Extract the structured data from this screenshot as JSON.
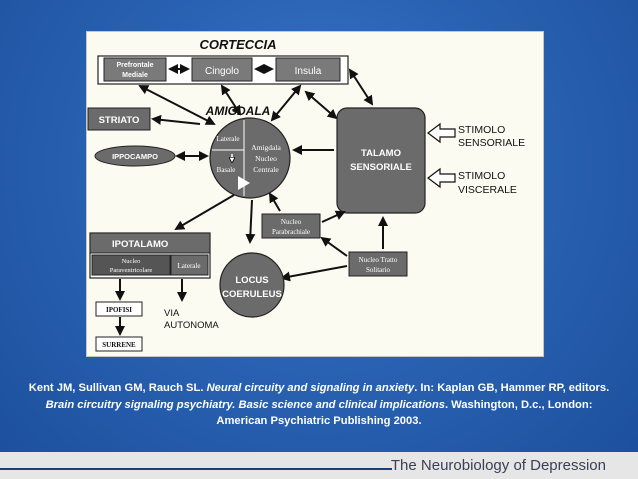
{
  "diagram": {
    "corteccia": "CORTECCIA",
    "prefrontale_line1": "Prefrontale",
    "prefrontale_line2": "Mediale",
    "cingolo": "Cingolo",
    "insula": "Insula",
    "striato": "STRIATO",
    "amigdala": "AMIGDALA",
    "laterale": "Laterale",
    "basale": "Basale",
    "amigdala_nucleo_line1": "Amigdala",
    "amigdala_nucleo_line2": "Nucleo",
    "amigdala_nucleo_line3": "Centrale",
    "ippocampo": "IPPOCAMPO",
    "talamo_line1": "TALAMO",
    "talamo_line2": "SENSORIALE",
    "stimolo_sens_line1": "STIMOLO",
    "stimolo_sens_line2": "SENSORIALE",
    "stimolo_visc_line1": "STIMOLO",
    "stimolo_visc_line2": "VISCERALE",
    "parabrachiale_line1": "Nucleo",
    "parabrachiale_line2": "Parabrachiale",
    "tratto_line1": "Nucleo Tratto",
    "tratto_line2": "Solitario",
    "ipotalamo": "IPOTALAMO",
    "paraventricolare_line1": "Nucleo",
    "paraventricolare_line2": "Paraventricolare",
    "ipotalamo_laterale": "Laterale",
    "locus_line1": "LOCUS",
    "locus_line2": "COERULEUS",
    "ipofisi": "IPOFISI",
    "surrene": "SURRENE",
    "via_line1": "VIA",
    "via_line2": "AUTONOMA"
  },
  "citation": {
    "part1": "Kent JM, Sullivan GM, Rauch SL. ",
    "title": "Neural circuity and signaling in anxiety",
    "part2": ". In: Kaplan GB, Hammer RP, editors. ",
    "book": "Brain circuitry signaling psychiatry. Basic science and clinical implications",
    "part3": ". Washington, D.c., London: American Psychiatric Publishing 2003."
  },
  "footer": {
    "title": "The Neurobiology of Depression"
  },
  "colors": {
    "background": "#2a62b3",
    "panel": "#fbfbf2",
    "node_gray": "#6b6b6b",
    "footer_line": "#1d3f78"
  }
}
